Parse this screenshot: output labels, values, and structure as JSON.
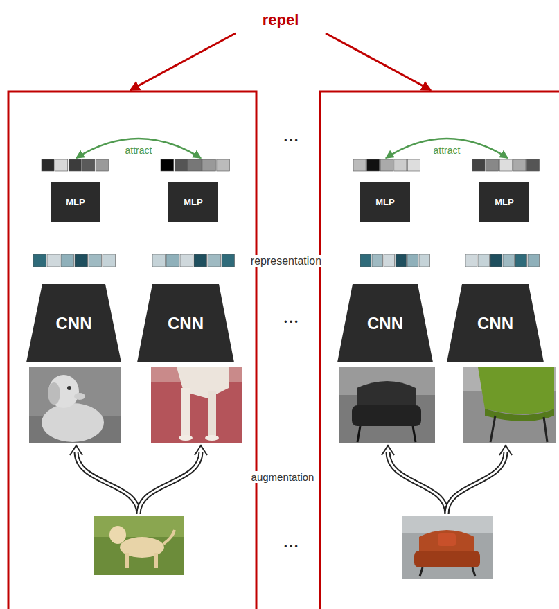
{
  "diagram": {
    "nodes": [
      {
        "text": [
          "MLP"
        ]
      },
      {
        "text": [
          "MLP"
        ]
      },
      {
        "text": [
          "MLP"
        ]
      },
      {
        "text": [
          "MLP"
        ]
      },
      {
        "text": [
          "CNN"
        ]
      },
      {
        "text": [
          "CNN"
        ]
      },
      {
        "text": [
          "CNN"
        ]
      },
      {
        "text": [
          "CNN"
        ]
      }
    ],
    "labels": [
      "repel",
      "attract",
      "• • •",
      "attract",
      "representation",
      "• • •",
      "augmentation",
      "• • •"
    ]
  }
}
